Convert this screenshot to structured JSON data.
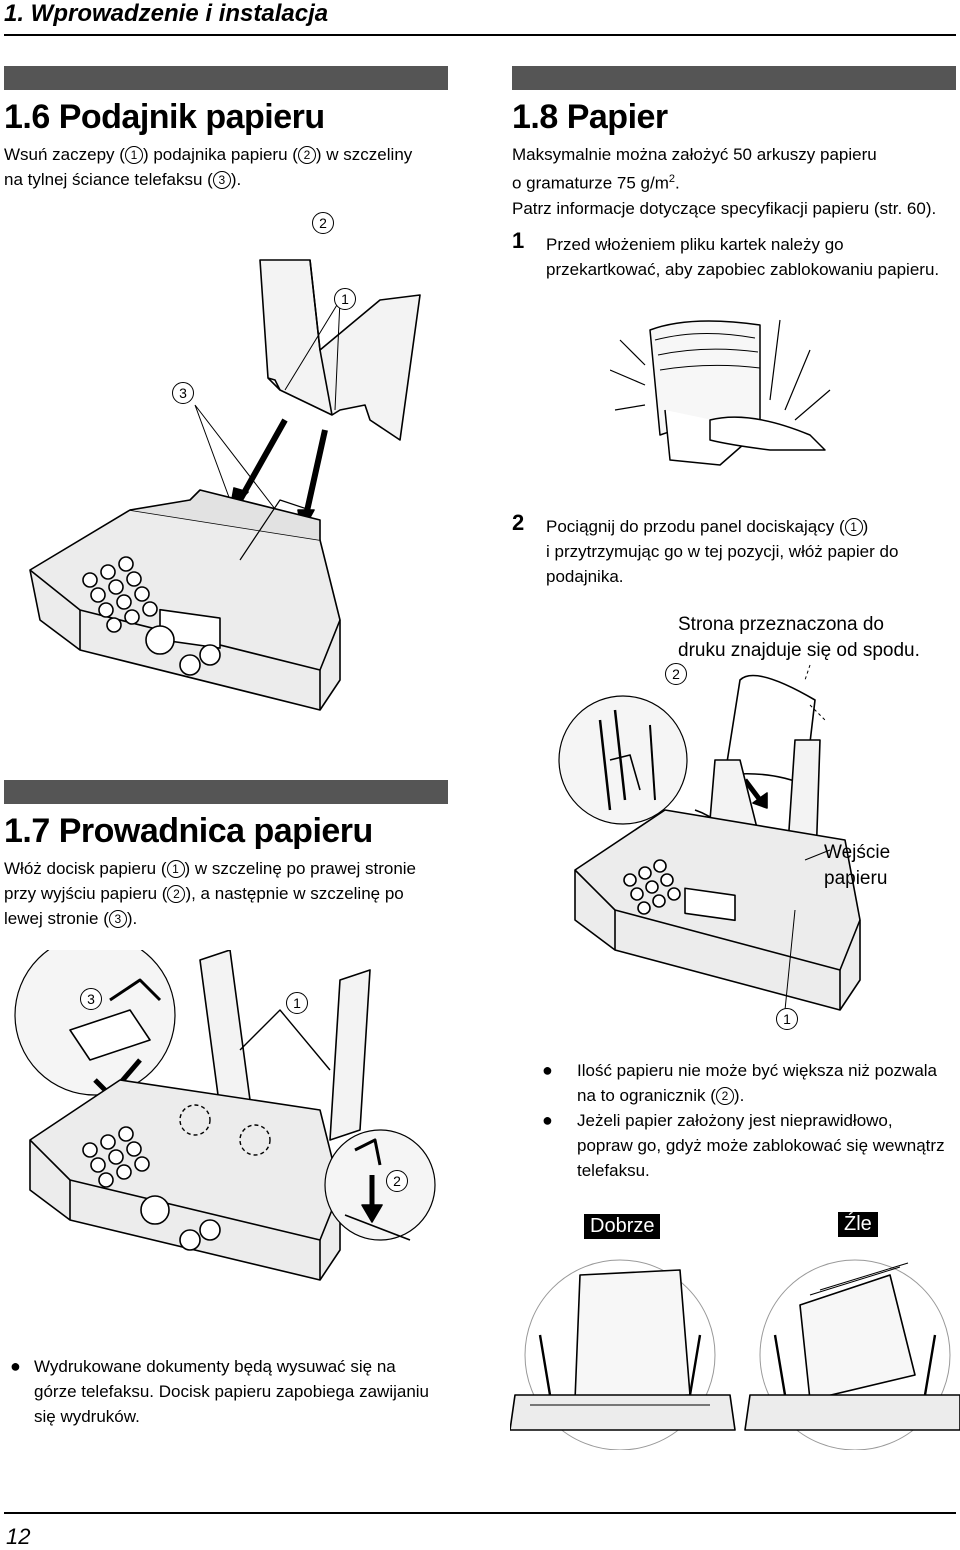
{
  "header": {
    "chapter": "1. Wprowadzenie i instalacja"
  },
  "sec16": {
    "title": "1.6 Podajnik papieru",
    "t1": "Wsuń zaczepy (",
    "n1": "1",
    "t2": ") podajnika papieru (",
    "n2": "2",
    "t3": ") w szczeliny",
    "t4": "na tylnej ściance telefaksu (",
    "n3": "3",
    "t5": ").",
    "callouts": [
      "2",
      "1",
      "3"
    ]
  },
  "sec18": {
    "title": "1.8 Papier",
    "line1": "Maksymalnie można założyć 50 arkuszy papieru",
    "line2": "o gramaturze 75 g/m",
    "sup": "2",
    "line2end": ".",
    "line3": "Patrz informacje dotyczące specyfikacji papieru (str. 60).",
    "step1_num": "1",
    "step1_l1": "Przed włożeniem pliku kartek należy go",
    "step1_l2": "przekartkować, aby zapobiec zablokowaniu papieru.",
    "step2_num": "2",
    "step2_l1a": "Pociągnij do przodu panel dociskający (",
    "step2_l1n": "1",
    "step2_l1b": ")",
    "step2_l2": "i przytrzymując go w tej pozycji, włóż papier do",
    "step2_l3": "podajnika.",
    "note_l1": "Strona przeznaczona do",
    "note_l2": "druku znajduje się od spodu.",
    "callout_2": "2",
    "entry_l1": "Wejście",
    "entry_l2": "papieru",
    "callout_1": "1",
    "b1_l1": "Ilość papieru nie może być większa niż pozwala",
    "b1_l2a": "na to ogranicznik (",
    "b1_l2n": "2",
    "b1_l2b": ").",
    "b2_l1": "Jeżeli papier założony jest nieprawidłowo,",
    "b2_l2": "popraw go, gdyż może zablokować się wewnątrz",
    "b2_l3": "telefaksu.",
    "good": "Dobrze",
    "bad": "Źle"
  },
  "sec17": {
    "title": "1.7 Prowadnica papieru",
    "l1a": "Włóż docisk papieru (",
    "l1n": "1",
    "l1b": ") w szczelinę po prawej stronie",
    "l2a": "przy wyjściu papieru (",
    "l2n": "2",
    "l2b": "), a następnie w szczelinę po",
    "l3a": "lewej stronie (",
    "l3n": "3",
    "l3b": ").",
    "callouts": [
      "3",
      "1",
      "2"
    ],
    "b_l1": "Wydrukowane dokumenty będą wysuwać się na",
    "b_l2": "górze telefaksu. Docisk papieru zapobiega zawijaniu",
    "b_l3": "się wydruków."
  },
  "footer": {
    "page": "12"
  }
}
